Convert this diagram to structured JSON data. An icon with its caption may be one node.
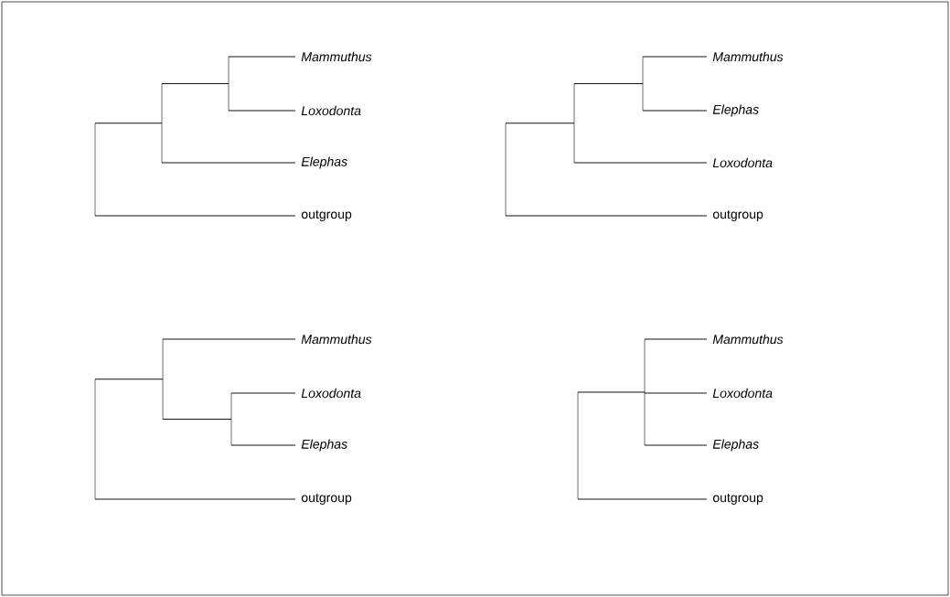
{
  "diagram": {
    "nodes": [
      {
        "text": [
          "Mammuthus"
        ]
      },
      {
        "text": [
          "Loxodonta"
        ]
      },
      {
        "text": [
          "Elephas"
        ]
      },
      {
        "text": [
          "outgroup"
        ]
      },
      {
        "text": [],
        "shape": "bar"
      },
      {
        "text": [],
        "shape": "bar"
      },
      {
        "text": [],
        "shape": "bar"
      },
      {
        "text": [
          "Mammuthus"
        ]
      },
      {
        "text": [
          "Elephas"
        ]
      },
      {
        "text": [
          "Loxodonta"
        ]
      },
      {
        "text": [
          "outgroup"
        ]
      },
      {
        "text": [],
        "shape": "bar"
      },
      {
        "text": [],
        "shape": "bar"
      },
      {
        "text": [],
        "shape": "bar"
      },
      {
        "text": [
          "Mammuthus"
        ]
      },
      {
        "text": [
          "Loxodonta"
        ]
      },
      {
        "text": [
          "Elephas"
        ]
      },
      {
        "text": [
          "outgroup"
        ]
      },
      {
        "text": [],
        "shape": "bar"
      },
      {
        "text": [],
        "shape": "bar"
      },
      {
        "text": [],
        "shape": "bar"
      },
      {
        "text": [
          "Mammuthus"
        ]
      },
      {
        "text": [
          "Loxodonta"
        ]
      },
      {
        "text": [
          "Elephas"
        ]
      },
      {
        "text": [
          "outgroup"
        ]
      },
      {
        "text": [],
        "shape": "bar"
      },
      {
        "text": [],
        "shape": "bar"
      }
    ],
    "edges": [
      {
        "from": 4,
        "to": 3,
        "arrow": "none"
      },
      {
        "from": 4,
        "to": 5,
        "arrow": "none"
      },
      {
        "from": 5,
        "to": 2,
        "arrow": "none"
      },
      {
        "from": 5,
        "to": 6,
        "arrow": "none"
      },
      {
        "from": 6,
        "to": 0,
        "arrow": "none"
      },
      {
        "from": 6,
        "to": 1,
        "arrow": "none"
      },
      {
        "from": 11,
        "to": 10,
        "arrow": "none"
      },
      {
        "from": 11,
        "to": 12,
        "arrow": "none"
      },
      {
        "from": 12,
        "to": 9,
        "arrow": "none"
      },
      {
        "from": 12,
        "to": 13,
        "arrow": "none"
      },
      {
        "from": 13,
        "to": 7,
        "arrow": "none"
      },
      {
        "from": 13,
        "to": 8,
        "arrow": "none"
      },
      {
        "from": 18,
        "to": 17,
        "arrow": "none"
      },
      {
        "from": 18,
        "to": 19,
        "arrow": "none"
      },
      {
        "from": 19,
        "to": 14,
        "arrow": "none"
      },
      {
        "from": 19,
        "to": 20,
        "arrow": "none"
      },
      {
        "from": 20,
        "to": 15,
        "arrow": "none"
      },
      {
        "from": 20,
        "to": 16,
        "arrow": "none"
      },
      {
        "from": 25,
        "to": 24,
        "arrow": "none"
      },
      {
        "from": 25,
        "to": 26,
        "arrow": "none"
      },
      {
        "from": 26,
        "to": 21,
        "arrow": "none"
      },
      {
        "from": 26,
        "to": 22,
        "arrow": "none"
      },
      {
        "from": 26,
        "to": 23,
        "arrow": "none"
      }
    ]
  }
}
